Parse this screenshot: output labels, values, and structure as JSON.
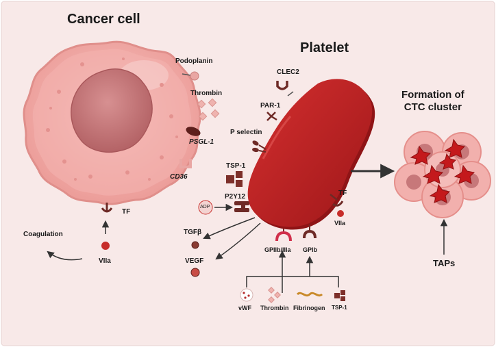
{
  "colors": {
    "background": "#f8e9e8",
    "cancer_cell": "#f2b0ad",
    "nucleus": "#c7787a",
    "platelet": "#b51f21",
    "ligand_dark": "#6e2a26",
    "ligand_light": "#e9a6a3",
    "arrow": "#333333"
  },
  "titles": {
    "cancer_cell": "Cancer cell",
    "platelet": "Platelet",
    "ctc_cluster": "Formation of\nCTC cluster"
  },
  "cancer_cell_labels": {
    "podoplanin": "Podoplanin",
    "thrombin": "Thrombin",
    "psgl1": "PSGL-1",
    "cd36": "CD36",
    "tf": "TF",
    "coagulation": "Coagulation",
    "viia": "VIIa"
  },
  "platelet_labels": {
    "clec2": "CLEC2",
    "par1": "PAR-1",
    "p_selectin": "P selectin",
    "tsp1": "TSP-1",
    "p2y12": "P2Y12",
    "adp": "ADP",
    "tgfb": "TGFβ",
    "vegf": "VEGF",
    "gp2b3a": "GPIIb/IIIa",
    "gp1b": "GPIb",
    "tf": "TF",
    "viia": "VIIa"
  },
  "ligand_labels": [
    "vWF",
    "Thrombin",
    "Fibrinogen",
    "TSP-1"
  ],
  "taps": "TAPs"
}
